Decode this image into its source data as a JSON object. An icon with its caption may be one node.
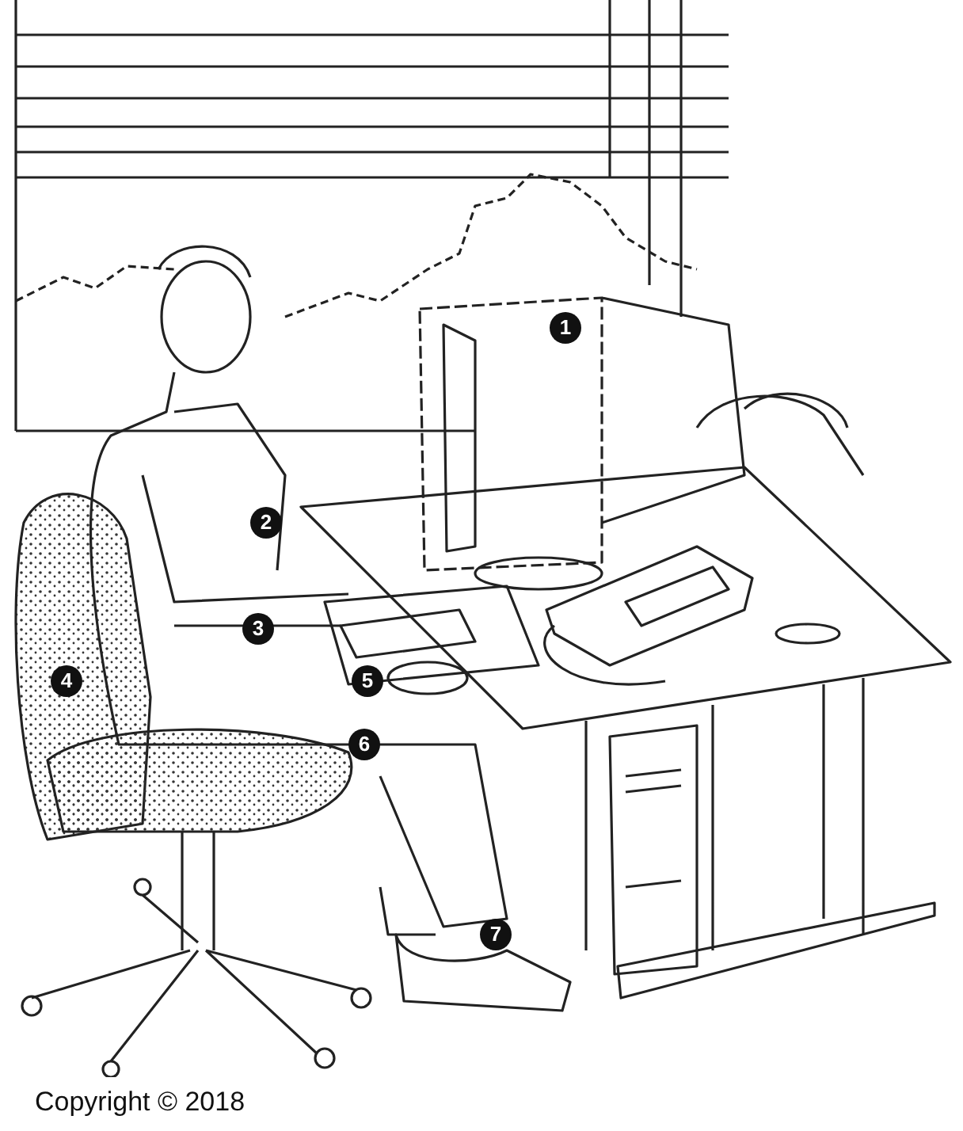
{
  "diagram": {
    "labels": [
      "1",
      "2",
      "3",
      "4",
      "5",
      "6",
      "7",
      "Copyright © 2018"
    ]
  }
}
